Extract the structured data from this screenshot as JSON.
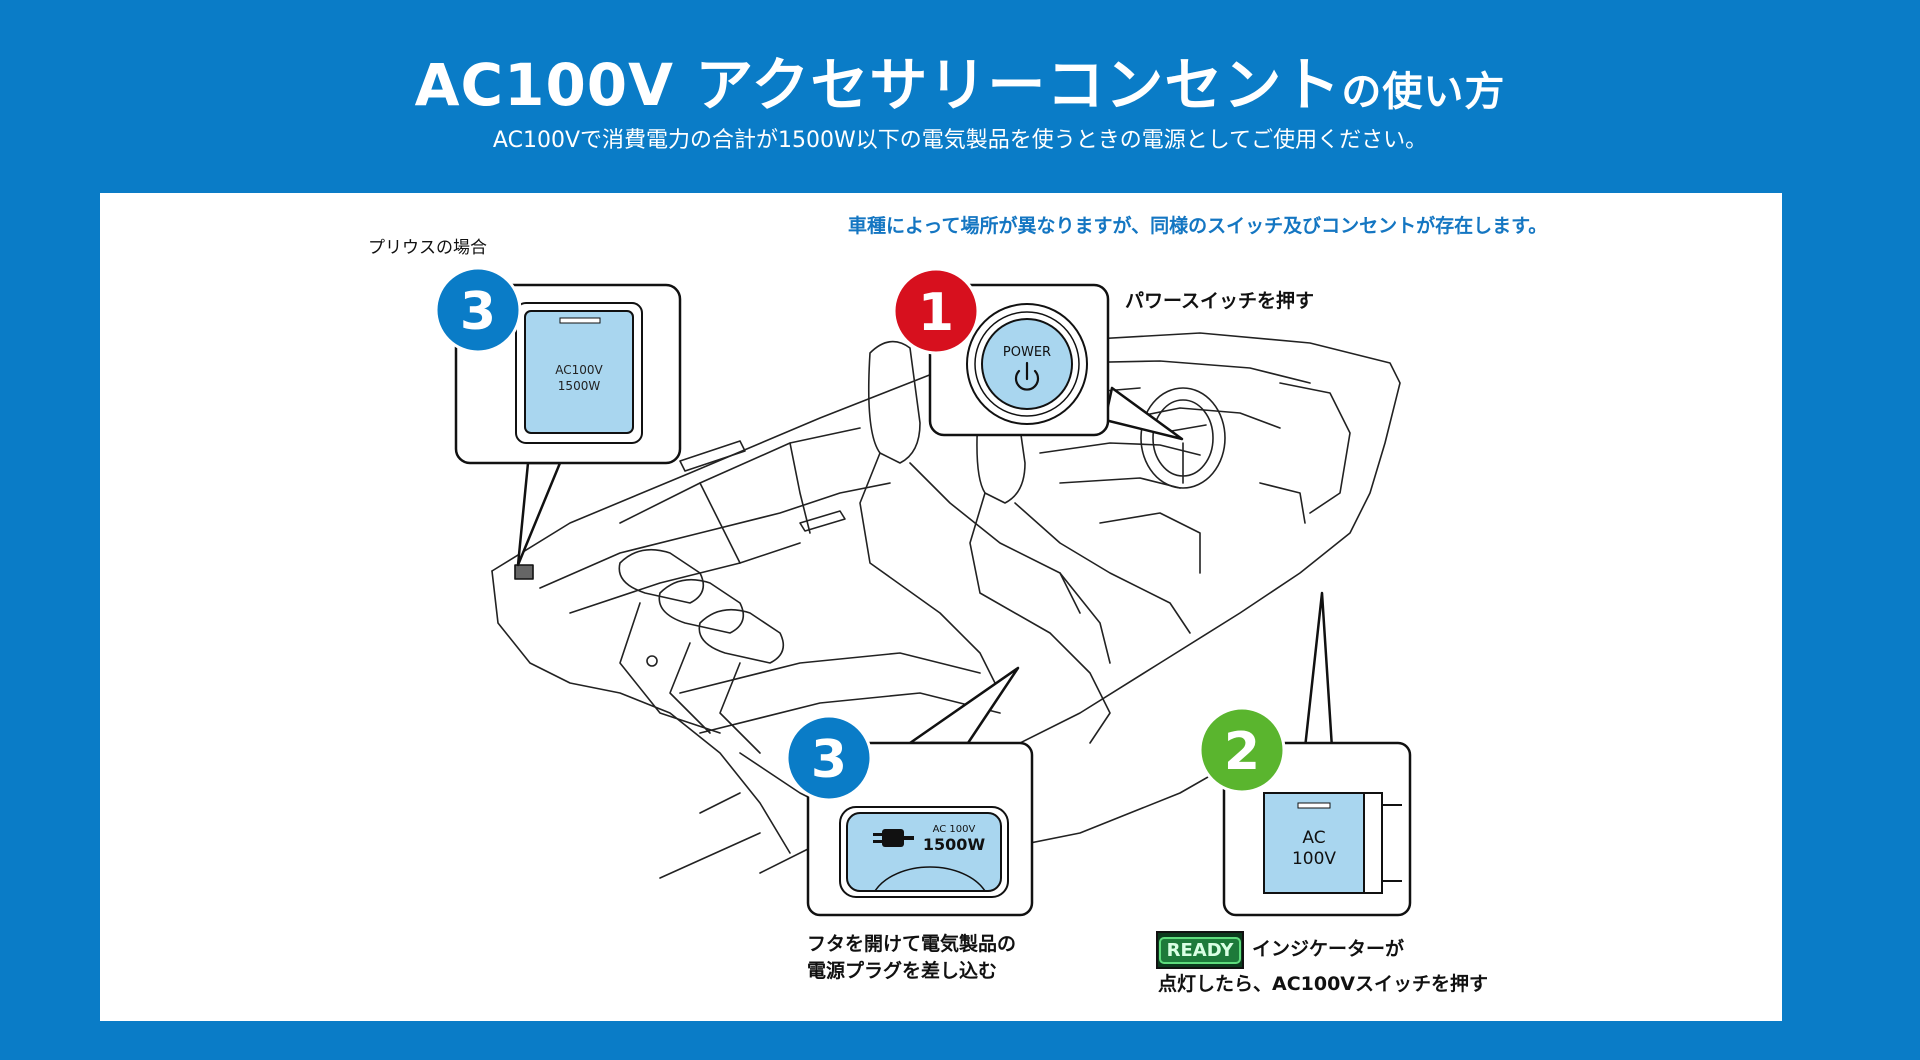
{
  "header": {
    "title_main": "AC100V アクセサリーコンセント",
    "title_suffix": "の使い方",
    "subtitle": "AC100Vで消費電力の合計が1500W以下の電気製品を使うときの電源としてご使用ください。"
  },
  "panel": {
    "note": "車種によって場所が異なりますが、同様のスイッチ及びコンセントが存在します。",
    "case_label": "プリウスの場合"
  },
  "steps": {
    "step1": {
      "number": "1",
      "color": "#d7101e",
      "instruction": "パワースイッチを押す",
      "button_label": "POWER"
    },
    "step2": {
      "number": "2",
      "color": "#5ab52e",
      "indicator": "READY",
      "instruction_line1": "インジケーターが",
      "instruction_line2": "点灯したら、AC100Vスイッチを押す",
      "switch_label_1": "AC",
      "switch_label_2": "100V"
    },
    "step3_rear": {
      "number": "3",
      "color": "#0a7cc7",
      "outlet_line1": "AC100V",
      "outlet_line2": "1500W"
    },
    "step3_front": {
      "number": "3",
      "color": "#0a7cc7",
      "outlet_line1": "AC 100V",
      "outlet_line2": "1500W",
      "instruction_line1": "フタを開けて電気製品の",
      "instruction_line2": "電源プラグを差し込む"
    }
  },
  "colors": {
    "background": "#0a7cc7",
    "panel": "#ffffff",
    "outlet_fill": "#a9d6ef",
    "note": "#1476c2"
  },
  "icons": [
    "power-icon",
    "plug-icon"
  ]
}
